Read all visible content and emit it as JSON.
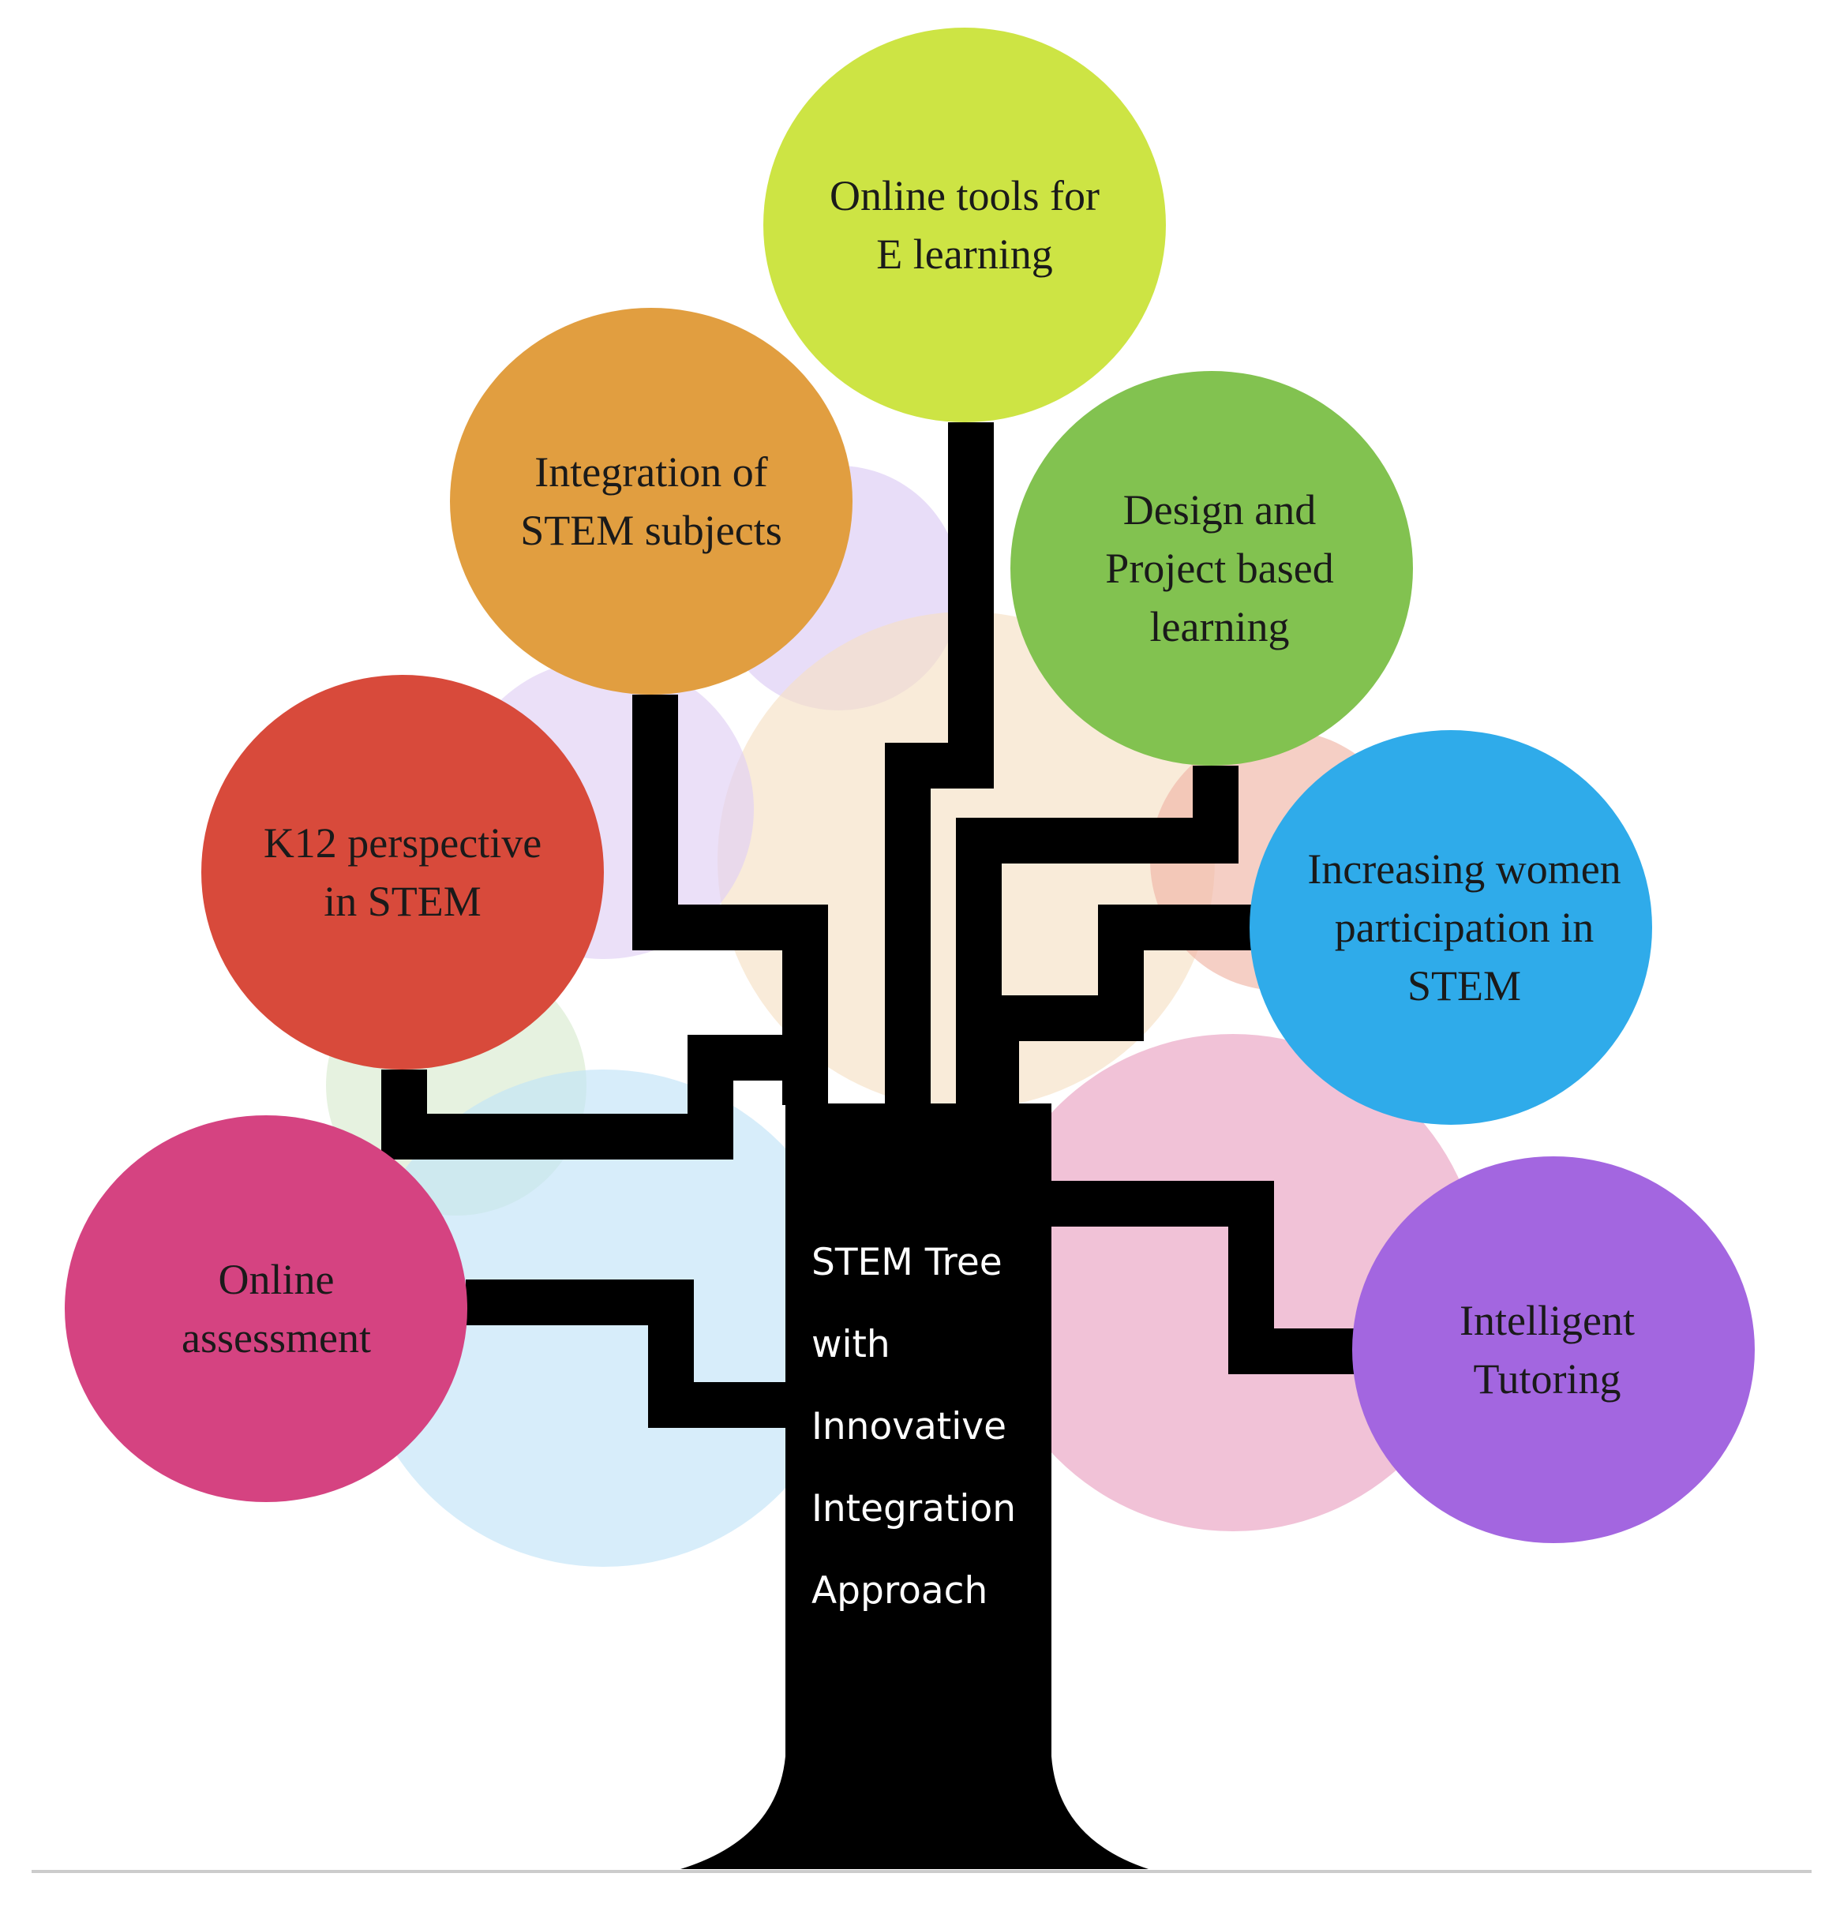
{
  "diagram": {
    "trunk_lines": [
      "STEM Tree",
      "with",
      "Innovative",
      "Integration",
      "Approach"
    ],
    "trunk_color": "#000000",
    "branch_color": "#000000",
    "leaves": [
      {
        "id": "online-tools",
        "lines": [
          "Online tools for",
          "E learning"
        ],
        "color": "#cde444"
      },
      {
        "id": "integration-stem",
        "lines": [
          "Integration of",
          "STEM subjects"
        ],
        "color": "#e19e40"
      },
      {
        "id": "design-project",
        "lines": [
          "Design and",
          "Project based",
          "learning"
        ],
        "color": "#82c250"
      },
      {
        "id": "k12",
        "lines": [
          "K12 perspective",
          "in STEM"
        ],
        "color": "#d84a3b"
      },
      {
        "id": "women",
        "lines": [
          "Increasing women",
          "participation in",
          "STEM"
        ],
        "color": "#2fabea"
      },
      {
        "id": "online-assessment",
        "lines": [
          "Online",
          "assessment"
        ],
        "color": "#d54381"
      },
      {
        "id": "intelligent-tutoring",
        "lines": [
          "Intelligent",
          "Tutoring"
        ],
        "color": "#a366e0"
      }
    ],
    "background_bubble_colors": [
      "#dccbf4",
      "#f6e0c4",
      "#e0d0f5",
      "#d9ebd0",
      "#c2e4f7",
      "#eaa2c1",
      "#f0b6a6"
    ]
  }
}
